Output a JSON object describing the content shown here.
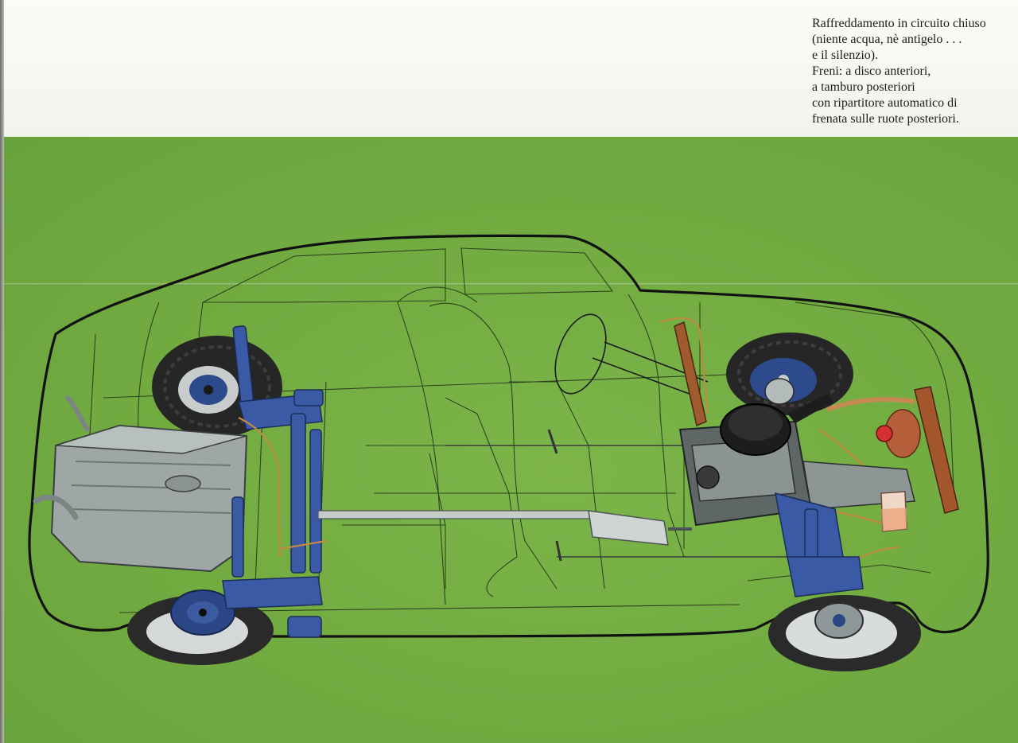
{
  "caption": {
    "lines": [
      "Raffreddamento in circuito chiuso",
      "(niente acqua, nè antigelo . . .",
      "e il silenzio).",
      "Freni: a disco anteriori,",
      "a tamburo posteriori",
      "con ripartitore automatico di",
      "frenata sulle ruote posteriori."
    ]
  },
  "colors": {
    "background_green": "#73ad42",
    "outline": "#111111",
    "mechanics_blue": "#2f4f9a",
    "fuel_tank_grey": "#9aa3a3",
    "tyre": "#2a2a2a",
    "copper_pipes": "#b9793e",
    "engine_dark": "#2b2b2b"
  },
  "illustration": {
    "subject": "car-cutaway-drawing",
    "icons": [
      "car-outline-icon",
      "wheel-icon",
      "fuel-tank-icon",
      "engine-icon",
      "radiator-icon",
      "exhaust-muffler-icon",
      "steering-wheel-icon",
      "shock-absorber-icon"
    ]
  }
}
